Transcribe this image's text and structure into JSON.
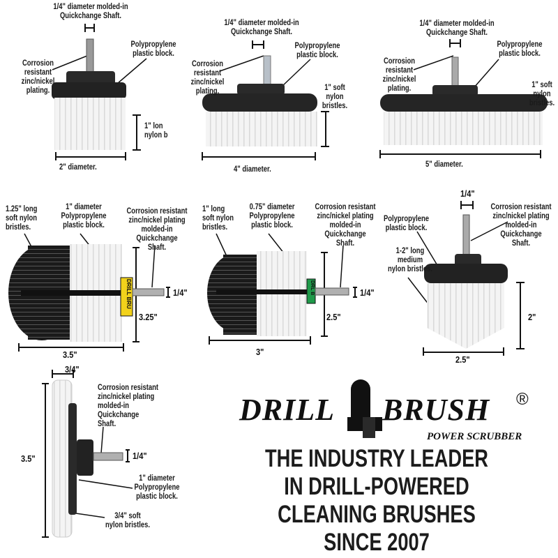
{
  "brush_2in": {
    "shaft_label": "1/4\" diameter molded-in\nQuickchange Shaft.",
    "plating_label": "Corrosion\nresistant\nzinc/nickel\nplating.",
    "block_label": "Polypropylene\nplastic block.",
    "bristle_label": "1\" lon\nnylon b",
    "diameter_label": "2\" diameter."
  },
  "brush_4in": {
    "shaft_label": "1/4\" diameter molded-in\nQuickchange Shaft.",
    "plating_label": "Corrosion\nresistant\nzinc/nickel\nplating.",
    "block_label": "Polypropylene\nplastic block.",
    "bristle_label": "1\" soft\nnylon\nbristles.",
    "diameter_label": "4\" diameter."
  },
  "brush_5in": {
    "shaft_label": "1/4\" diameter molded-in\nQuickchange Shaft.",
    "plating_label": "Corrosion\nresistant\nzinc/nickel\nplating.",
    "block_label": "Polypropylene\nplastic block.",
    "bristle_label": "1\" soft\nnylon\nbristles.",
    "diameter_label": "5\" diameter."
  },
  "brush_large_cylinder": {
    "bristle_label": "1.25\" long\nsoft nylon\nbristles.",
    "block_label": "1\" diameter\nPolypropylene\nplastic block.",
    "shaft_label": "Corrosion resistant\nzinc/nickel plating\nmolded-in\nQuickchange\nShaft.",
    "height_label": "3.25\"",
    "shaft_dim_label": "1/4\"",
    "width_label": "3.5\"",
    "block_text": "DRILL BRU",
    "block_color": "#f2d21b"
  },
  "brush_small_cylinder": {
    "bristle_label": "1\" long\nsoft nylon\nbristles.",
    "block_label": "0.75\" diameter\nPolypropylene\nplastic block.",
    "shaft_label": "Corrosion resistant\nzinc/nickel plating\nmolded-in\nQuickchange\nShaft.",
    "height_label": "2.5\"",
    "shaft_dim_label": "1/4\"",
    "width_label": "3\"",
    "block_text": "DRL B",
    "block_color": "#1f9a4a"
  },
  "brush_cone": {
    "shaft_dim_label": "1/4\"",
    "block_label": "Polypropylene\nplastic block.",
    "shaft_label": "Corrosion resistant\nzinc/nickel plating\nmolded-in\nQuickchange\nShaft.",
    "bristle_label": "1-2\" long\nmedium\nnylon bristles.",
    "height_label": "2\"",
    "width_label": "2.5\""
  },
  "brush_side": {
    "width_label": "3/4\"",
    "height_label": "3.5\"",
    "shaft_label": "Corrosion resistant\nzinc/nickel plating\nmolded-in\nQuickchange\nShaft.",
    "shaft_dim_label": "1/4\"",
    "block_label": "1\" diameter\nPolypropylene\nplastic block.",
    "bristle_label": "3/4\" soft\nnylon bristles."
  },
  "brand": {
    "name_left": "DRILL",
    "name_right": "BRUSH",
    "registered": "®",
    "subtitle": "POWER SCRUBBER"
  },
  "tagline": [
    "THE INDUSTRY LEADER",
    "IN DRILL-POWERED",
    "CLEANING BRUSHES",
    "SINCE 2007"
  ]
}
